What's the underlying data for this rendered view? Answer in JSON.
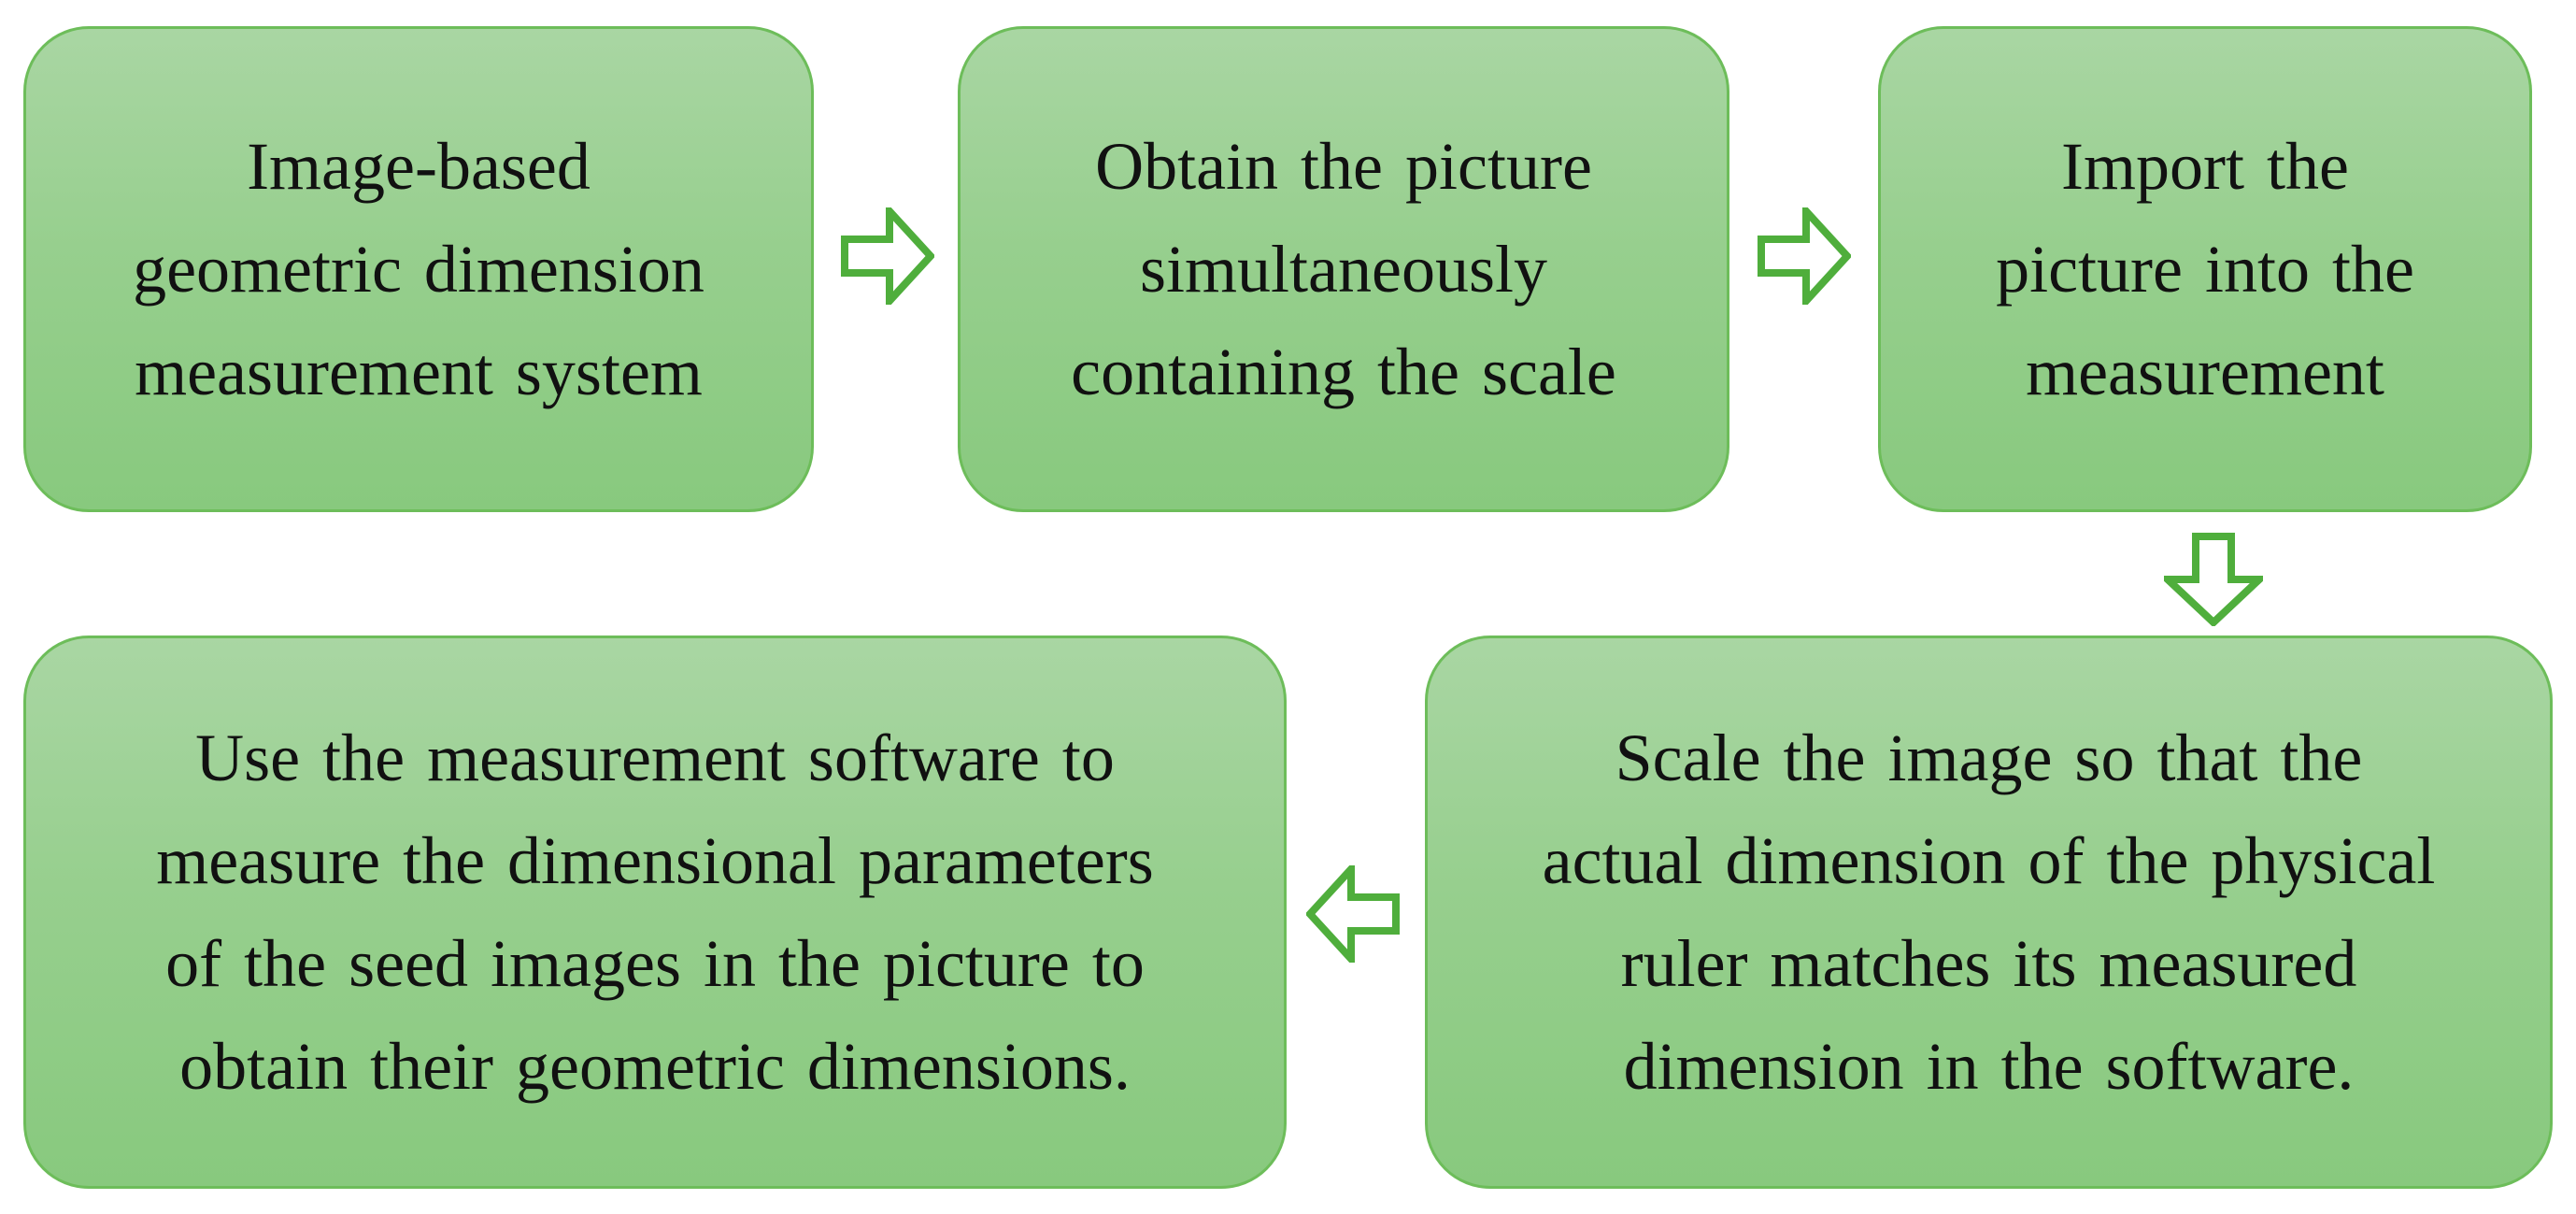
{
  "diagram": {
    "colors": {
      "box_fill_top": "#a9d6a3",
      "box_fill_bottom": "#88c97e",
      "box_border": "#6dbd5a",
      "arrow_stroke": "#4fae3c",
      "text": "#111111"
    },
    "steps": [
      {
        "id": "step-1",
        "text": "Image-based\ngeometric dimension\nmeasurement system"
      },
      {
        "id": "step-2",
        "text": "Obtain the picture\nsimultaneously\ncontaining the scale"
      },
      {
        "id": "step-3",
        "text": "Import the\npicture into the\nmeasurement"
      },
      {
        "id": "step-4",
        "text": "Scale the image so that the\nactual dimension of the physical\nruler matches its measured\ndimension in the software."
      },
      {
        "id": "step-5",
        "text": "Use the measurement software to\nmeasure the dimensional parameters\nof the seed images in the picture to\nobtain their geometric dimensions."
      }
    ],
    "arrows": [
      {
        "from": "step-1",
        "to": "step-2",
        "direction": "right"
      },
      {
        "from": "step-2",
        "to": "step-3",
        "direction": "right"
      },
      {
        "from": "step-3",
        "to": "step-4",
        "direction": "down"
      },
      {
        "from": "step-4",
        "to": "step-5",
        "direction": "left"
      }
    ]
  }
}
